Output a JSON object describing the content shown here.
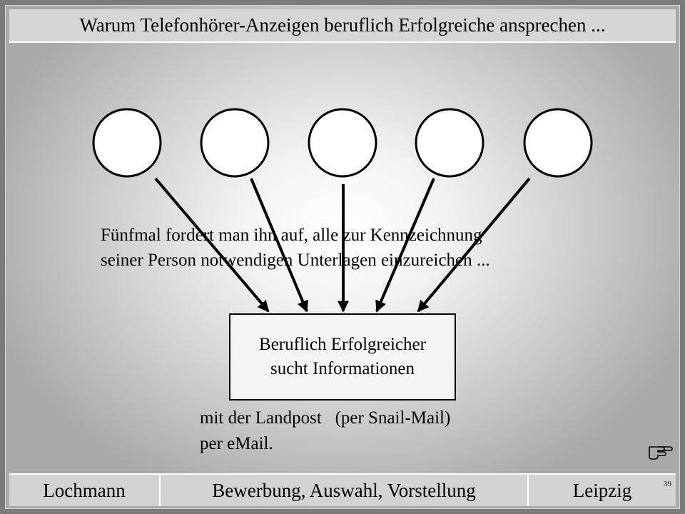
{
  "slide": {
    "title": "Warum Telefonhörer-Anzeigen beruflich Erfolgreiche ansprechen ...",
    "caption_line1": "Fünfmal fordert man ihn auf, alle zur Kennzeichnung",
    "caption_line2": "seiner Person notwendigen Unterlagen einzureichen ...",
    "box_line1": "Beruflich Erfolgreicher",
    "box_line2": "sucht Informationen",
    "bullets": [
      {
        "glyph": "",
        "text": "mit der Landpost",
        "note": "(per Snail-Mail)"
      },
      {
        "glyph": "",
        "text": "per eMail.",
        "note": ""
      }
    ],
    "page_number": "39",
    "next_icon": "pointing-hand-icon"
  },
  "footer": {
    "left": "Lochmann",
    "center": "Bewerbung, Auswahl, Vorstellung",
    "right": "Leipzig"
  }
}
